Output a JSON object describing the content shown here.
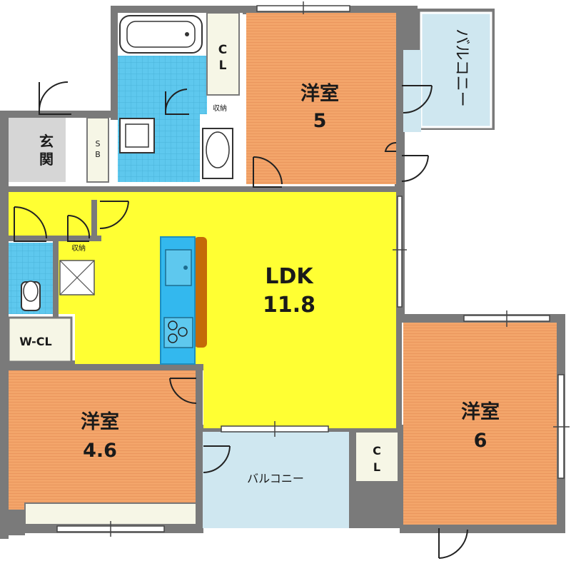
{
  "rooms": {
    "western_5": {
      "label": "洋室",
      "size": "5"
    },
    "balcony_top": {
      "label": "バルコニー"
    },
    "entrance": {
      "label_line1": "玄",
      "label_line2": "関"
    },
    "sb": {
      "label_line1": "S",
      "label_line2": "B"
    },
    "cl_top": {
      "label_line1": "C",
      "label_line2": "L"
    },
    "storage_bath": {
      "label": "収納"
    },
    "storage_hall": {
      "label": "収納"
    },
    "ldk": {
      "label": "LDK",
      "size": "11.8"
    },
    "wcl": {
      "label": "W-CL"
    },
    "western_46": {
      "label": "洋室",
      "size": "4.6"
    },
    "balcony_bottom": {
      "label": "バルコニー"
    },
    "cl_right": {
      "label_line1": "C",
      "label_line2": "L"
    },
    "western_6": {
      "label": "洋室",
      "size": "6"
    }
  },
  "colors": {
    "wall": "#7a7a7a",
    "western_room": "#f3a56a",
    "ldk": "#ffff33",
    "balcony": "#cfe7f0",
    "wet_area": "#5ec8ee",
    "entrance": "#d6d6d6",
    "closet": "#f6f6e6",
    "kitchen": "#33b8ee",
    "counter": "#c46a08"
  }
}
